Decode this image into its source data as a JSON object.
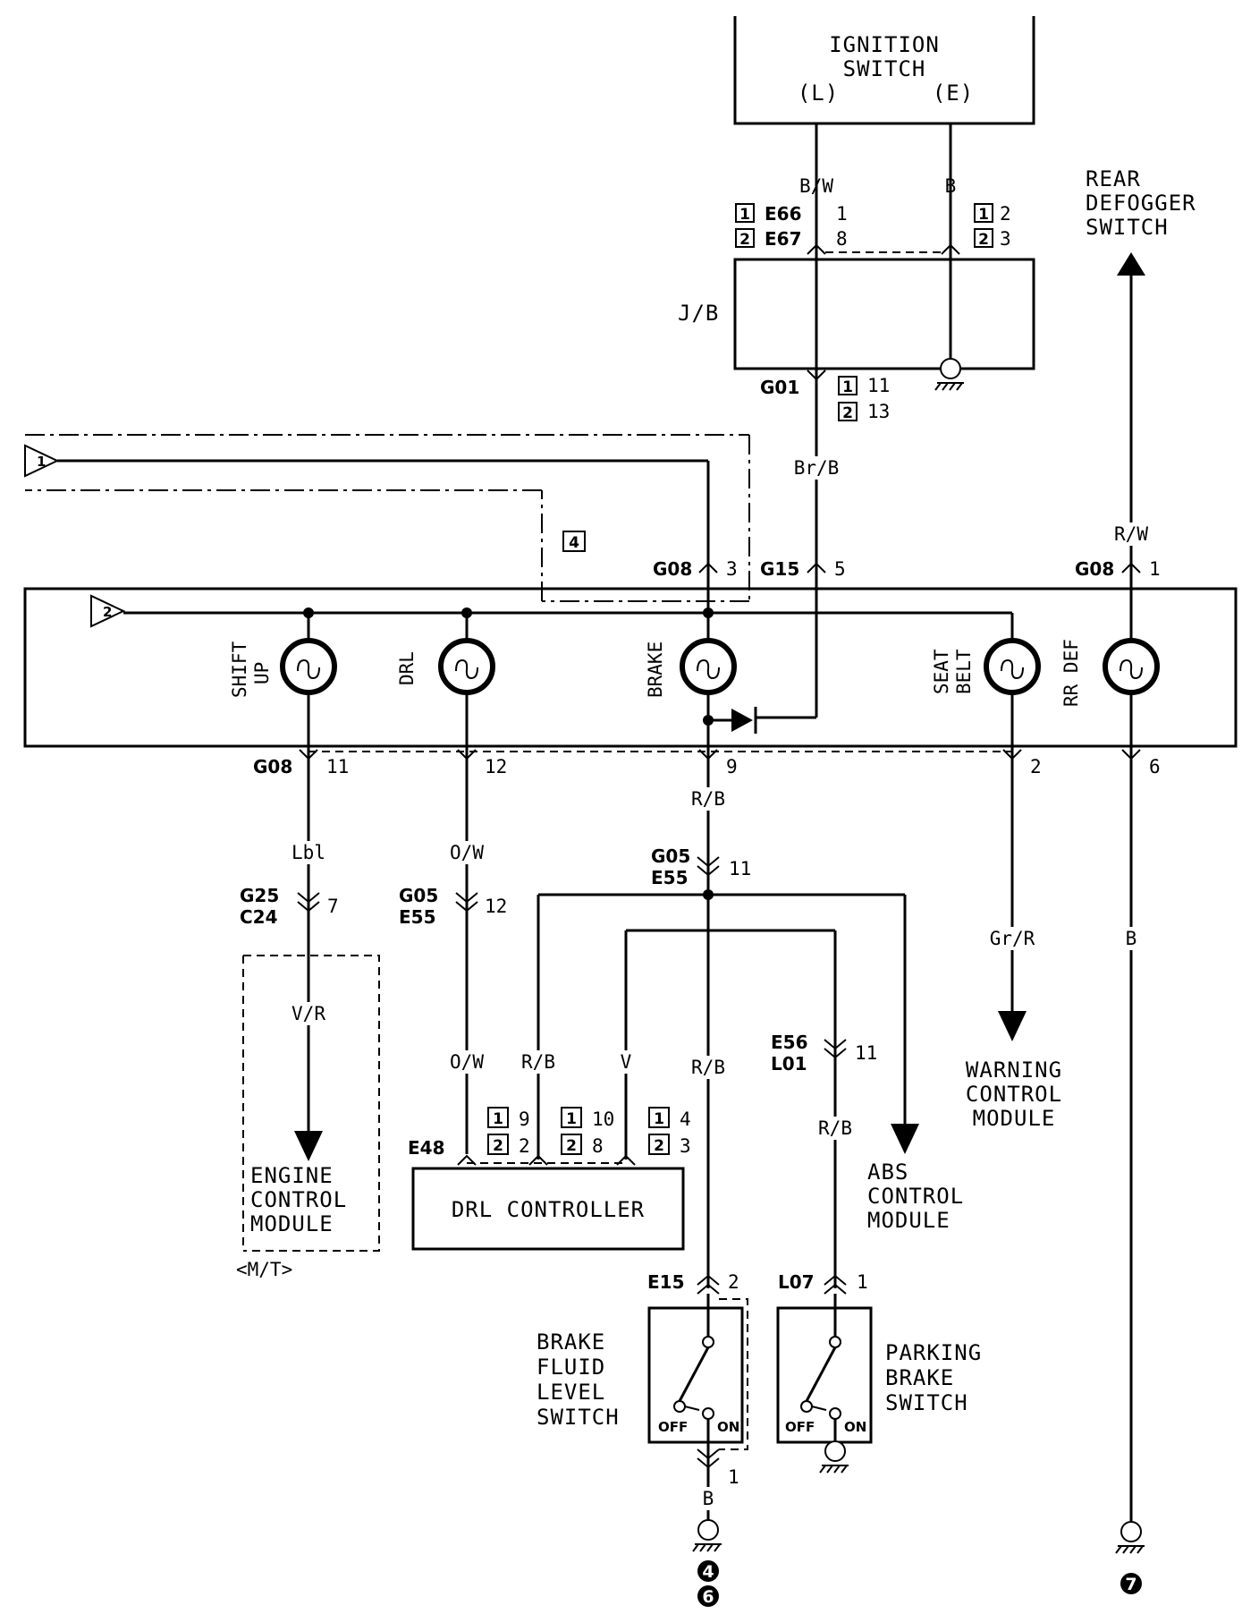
{
  "ignition_switch": {
    "line1": "IGNITION",
    "line2": "SWITCH",
    "term_l": "(L)",
    "term_e": "(E)"
  },
  "rear_defogger_switch": {
    "line1": "REAR",
    "line2": "DEFOGGER",
    "line3": "SWITCH"
  },
  "jb": {
    "label": "J/B"
  },
  "wires": {
    "bw": "B/W",
    "b_top": "B",
    "brb": "Br/B",
    "rw": "R/W",
    "rb_main": "R/B",
    "lbl": "Lbl",
    "ow": "O/W",
    "vr": "V/R",
    "ow2": "O/W",
    "rb_drl": "R/B",
    "v": "V",
    "rb_brake": "R/B",
    "rb_park": "R/B",
    "grr": "Gr/R",
    "b_right": "B",
    "b_bottom": "B"
  },
  "connectors": {
    "e66": "E66",
    "e66_pin": "1",
    "e67": "E67",
    "e67_pin": "8",
    "b_pin1": "2",
    "b_pin2": "3",
    "g01": "G01",
    "g01_pin1": "11",
    "g01_pin2": "13",
    "g08_3": "G08",
    "g08_3_pin": "3",
    "g15": "G15",
    "g15_pin": "5",
    "g08_1": "G08",
    "g08_1_pin": "1",
    "g08_bottom": "G08",
    "pin11": "11",
    "pin12": "12",
    "pin9": "9",
    "pin2": "2",
    "pin6": "6",
    "g05_a": "G05",
    "e55_a": "E55",
    "g05_a_pin": "11",
    "g25": "G25",
    "c24": "C24",
    "g25_pin": "7",
    "g05_b": "G05",
    "e55_b": "E55",
    "g05_b_pin": "12",
    "e56": "E56",
    "l01": "L01",
    "e56_pin": "11",
    "e48": "E48",
    "e48_a1": "9",
    "e48_a2": "2",
    "e48_b1": "10",
    "e48_b2": "8",
    "e48_c1": "4",
    "e48_c2": "3",
    "e15": "E15",
    "e15_pin_top": "2",
    "e15_pin_bot": "1",
    "l07": "L07",
    "l07_pin": "1"
  },
  "variant_markers": {
    "m1": "1",
    "m2": "2",
    "m4": "4"
  },
  "lamps": {
    "shift_up_1": "SHIFT",
    "shift_up_2": "UP",
    "drl": "DRL",
    "brake": "BRAKE",
    "seat_belt_1": "SEAT",
    "seat_belt_2": "BELT",
    "rr_def": "RR DEF"
  },
  "ecm": {
    "line1": "ENGINE",
    "line2": "CONTROL",
    "line3": "MODULE",
    "note": "<M/T>"
  },
  "drl_controller": {
    "label": "DRL CONTROLLER"
  },
  "abs": {
    "line1": "ABS",
    "line2": "CONTROL",
    "line3": "MODULE"
  },
  "warning": {
    "line1": "WARNING",
    "line2": "CONTROL",
    "line3": "MODULE"
  },
  "brake_fluid": {
    "line1": "BRAKE",
    "line2": "FLUID",
    "line3": "LEVEL",
    "line4": "SWITCH",
    "off": "OFF",
    "on": "ON"
  },
  "parking_brake": {
    "line1": "PARKING",
    "line2": "BRAKE",
    "line3": "SWITCH",
    "off": "OFF",
    "on": "ON"
  },
  "ground_refs": {
    "g4": "4",
    "g6": "6",
    "g7": "7"
  },
  "offpage": {
    "ref1": "1",
    "ref2": "2"
  }
}
